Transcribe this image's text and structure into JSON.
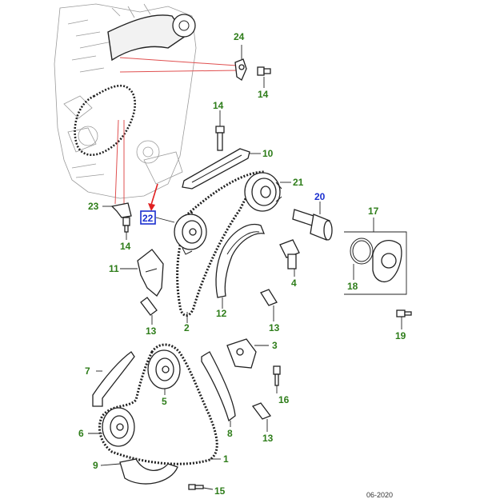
{
  "callouts": [
    {
      "id": "c24",
      "text": "24",
      "color": "green"
    },
    {
      "id": "c14a",
      "text": "14",
      "color": "green"
    },
    {
      "id": "c14b",
      "text": "14",
      "color": "green"
    },
    {
      "id": "c10",
      "text": "10",
      "color": "green"
    },
    {
      "id": "c21",
      "text": "21",
      "color": "green"
    },
    {
      "id": "c20",
      "text": "20",
      "color": "blue"
    },
    {
      "id": "c17",
      "text": "17",
      "color": "green"
    },
    {
      "id": "c23",
      "text": "23",
      "color": "green"
    },
    {
      "id": "c22",
      "text": "22",
      "color": "blue"
    },
    {
      "id": "c14c",
      "text": "14",
      "color": "green"
    },
    {
      "id": "c11",
      "text": "11",
      "color": "green"
    },
    {
      "id": "c4",
      "text": "4",
      "color": "green"
    },
    {
      "id": "c18",
      "text": "18",
      "color": "green"
    },
    {
      "id": "c12",
      "text": "12",
      "color": "green"
    },
    {
      "id": "c2",
      "text": "2",
      "color": "green"
    },
    {
      "id": "c13a",
      "text": "13",
      "color": "green"
    },
    {
      "id": "c13b",
      "text": "13",
      "color": "green"
    },
    {
      "id": "c19",
      "text": "19",
      "color": "green"
    },
    {
      "id": "c3",
      "text": "3",
      "color": "green"
    },
    {
      "id": "c7",
      "text": "7",
      "color": "green"
    },
    {
      "id": "c16",
      "text": "16",
      "color": "green"
    },
    {
      "id": "c5",
      "text": "5",
      "color": "green"
    },
    {
      "id": "c6",
      "text": "6",
      "color": "green"
    },
    {
      "id": "c8",
      "text": "8",
      "color": "green"
    },
    {
      "id": "c13c",
      "text": "13",
      "color": "green"
    },
    {
      "id": "c1",
      "text": "1",
      "color": "green"
    },
    {
      "id": "c9",
      "text": "9",
      "color": "green"
    },
    {
      "id": "c15",
      "text": "15",
      "color": "green"
    }
  ],
  "footer": {
    "ref": "06-2020"
  },
  "colors": {
    "callout_green": "#2e7d1a",
    "callout_blue": "#1a2fcf",
    "arrow_red": "#e02020",
    "highlight_box": "#1a2fcf"
  }
}
